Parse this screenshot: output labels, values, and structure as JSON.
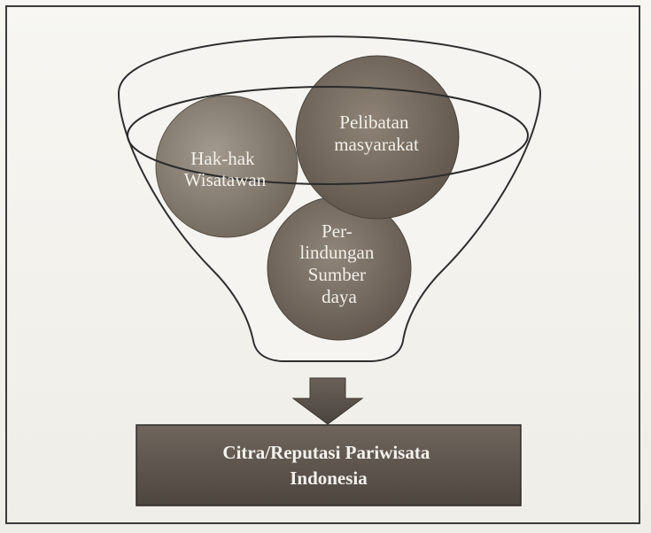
{
  "diagram": {
    "circles": {
      "left": {
        "lines": [
          "Hak-hak",
          "Wisatawan"
        ]
      },
      "right": {
        "lines": [
          "Pelibatan",
          "masyarakat"
        ]
      },
      "bottom": {
        "lines": [
          "Per-",
          "lindungan",
          "Sumber",
          "daya"
        ]
      }
    },
    "result_box": {
      "lines": [
        "Citra/Reputasi Pariwisata",
        "Indonesia"
      ]
    }
  }
}
